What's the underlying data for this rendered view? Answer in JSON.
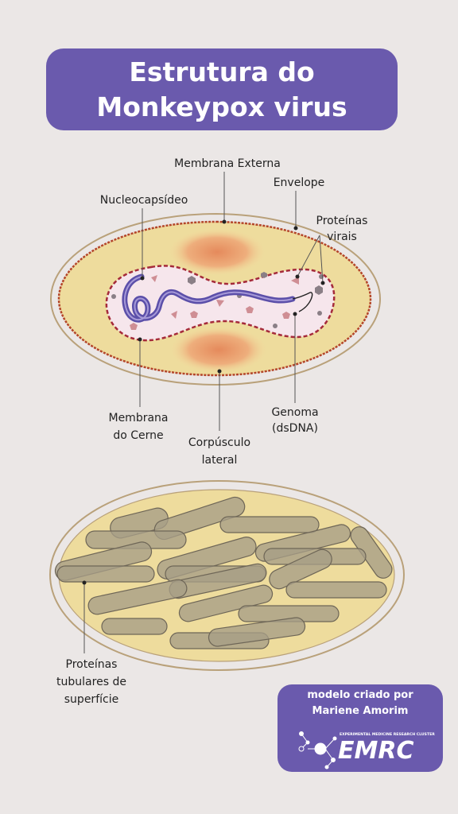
{
  "title": {
    "line1": "Estrutura do",
    "line2": "Monkeypox virus"
  },
  "labels": {
    "membrana_externa": "Membrana Externa",
    "envelope": "Envelope",
    "nucleocapsideo": "Nucleocapsídeo",
    "proteinas_virais_1": "Proteínas",
    "proteinas_virais_2": "virais",
    "membrana_cerne_1": "Membrana",
    "membrana_cerne_2": "do Cerne",
    "genoma_1": "Genoma",
    "genoma_2": "(dsDNA)",
    "corpusculo_1": "Corpúsculo",
    "corpusculo_2": "lateral",
    "tubulares_1": "Proteínas",
    "tubulares_2": "tubulares de",
    "tubulares_3": "superfície"
  },
  "credit": {
    "line1": "modelo criado por",
    "line2": "Mariene Amorim",
    "logo_small": "EXPERIMENTAL MEDICINE RESEARCH CLUSTER",
    "logo_big": "EMRC"
  },
  "colors": {
    "title_bg": "#6a5aad",
    "envelope": "#b9a17a",
    "virion_fill": "#eedc9d",
    "outer_membrane": "#b4462a",
    "core_membrane": "#a52a3a",
    "core_fill": "#f6e6ec",
    "lateral_body": "#e99a6a",
    "nucleocapsid": "#5b4fa9",
    "tubules": "#a69d87"
  }
}
